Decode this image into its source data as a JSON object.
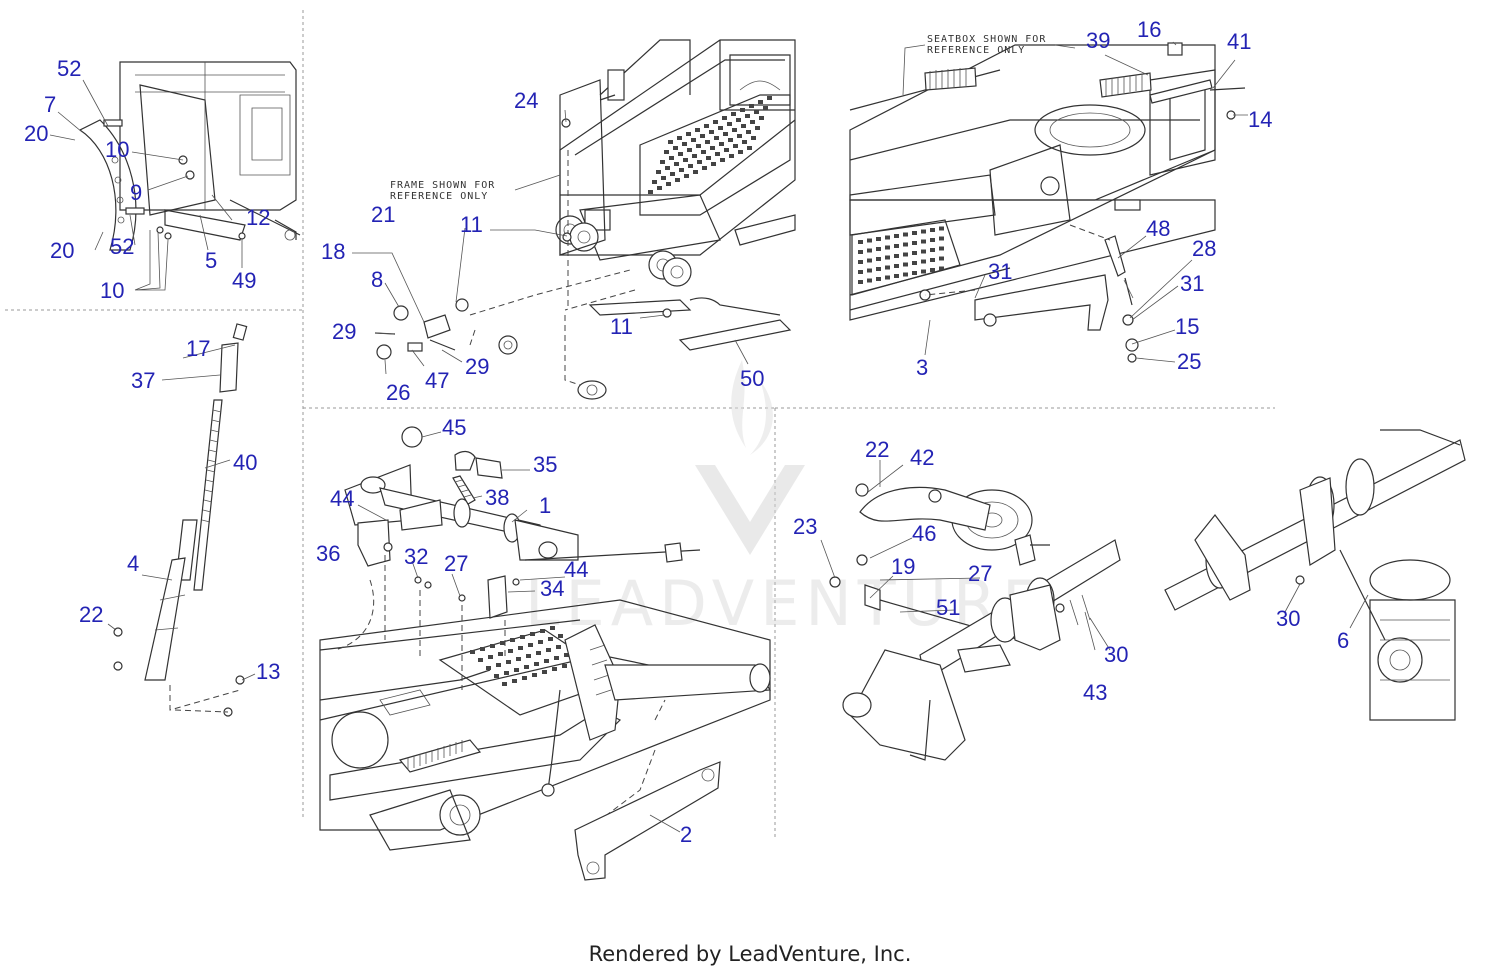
{
  "notes": {
    "frame_ref": [
      "FRAME SHOWN FOR",
      "REFERENCE ONLY"
    ],
    "seatbox_ref": [
      "SEATBOX SHOWN FOR",
      "REFERENCE ONLY"
    ]
  },
  "watermark": "LEADVENTURE",
  "footer": "Rendered by LeadVenture, Inc.",
  "callouts": {
    "c52a": "52",
    "c7": "7",
    "c20a": "20",
    "c10a": "10",
    "c9": "9",
    "c12": "12",
    "c20b": "20",
    "c52b": "52",
    "c5": "5",
    "c49": "49",
    "c10b": "10",
    "c24": "24",
    "c21": "21",
    "c11a": "11",
    "c18": "18",
    "c8": "8",
    "c29a": "29",
    "c26": "26",
    "c47": "47",
    "c29b": "29",
    "c11b": "11",
    "c50": "50",
    "c39": "39",
    "c16": "16",
    "c41": "41",
    "c14": "14",
    "c48": "48",
    "c28": "28",
    "c31a": "31",
    "c31b": "31",
    "c15": "15",
    "c25": "25",
    "c3": "3",
    "c17": "17",
    "c37": "37",
    "c40": "40",
    "c4": "4",
    "c22a": "22",
    "c13": "13",
    "c45": "45",
    "c35": "35",
    "c44a": "44",
    "c38": "38",
    "c1": "1",
    "c36": "36",
    "c32": "32",
    "c27a": "27",
    "c44b": "44",
    "c34": "34",
    "c2": "2",
    "c22b": "22",
    "c42": "42",
    "c23": "23",
    "c46": "46",
    "c19": "19",
    "c27b": "27",
    "c51": "51",
    "c30a": "30",
    "c43": "43",
    "c30b": "30",
    "c6": "6"
  }
}
